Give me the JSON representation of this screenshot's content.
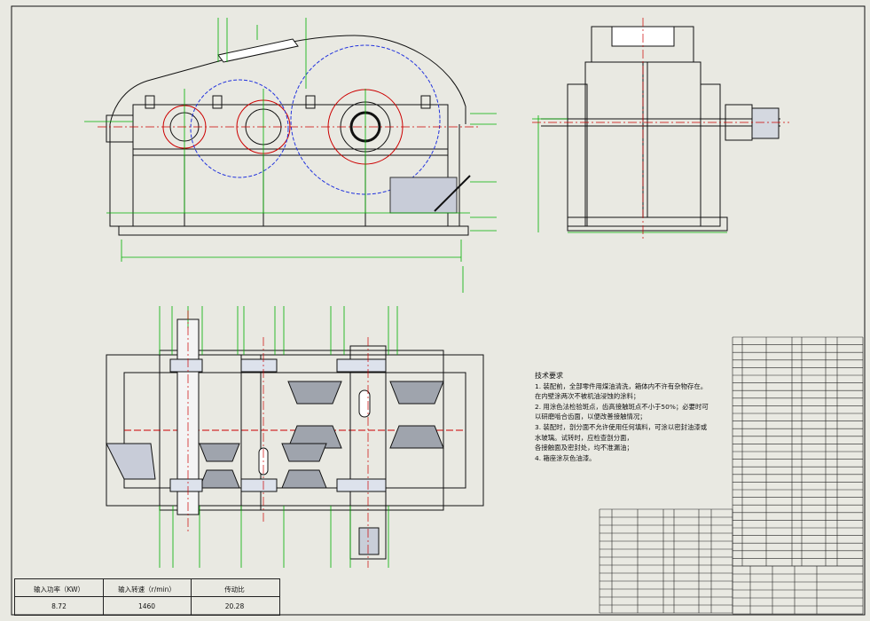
{
  "tech": {
    "title": "技术要求",
    "lines": [
      "1. 装配前，全部零件用煤油清洗，箱体内不许有杂物存在。",
      "在内壁涂两次不被机油浸蚀的涂料；",
      "2. 用涂色法检验斑点，齿高接触斑点不小于50%；必要时可",
      "以研磨啮合齿面，以便改善接触情况；",
      "3. 装配时，剖分面不允许使用任何填料，可涂以密封油漆或",
      "水玻璃。试转时，应检查剖分面，",
      "各接触面及密封处，均不准漏油；",
      "4. 箱座涂灰色油漆。"
    ]
  },
  "performance": {
    "headers": [
      "输入功率（KW）",
      "输入转速（r/min）",
      "传动比"
    ],
    "values": [
      "8.72",
      "1460",
      "20.28"
    ]
  },
  "bom_right_rows": 30,
  "bom_mid_rows": 13
}
